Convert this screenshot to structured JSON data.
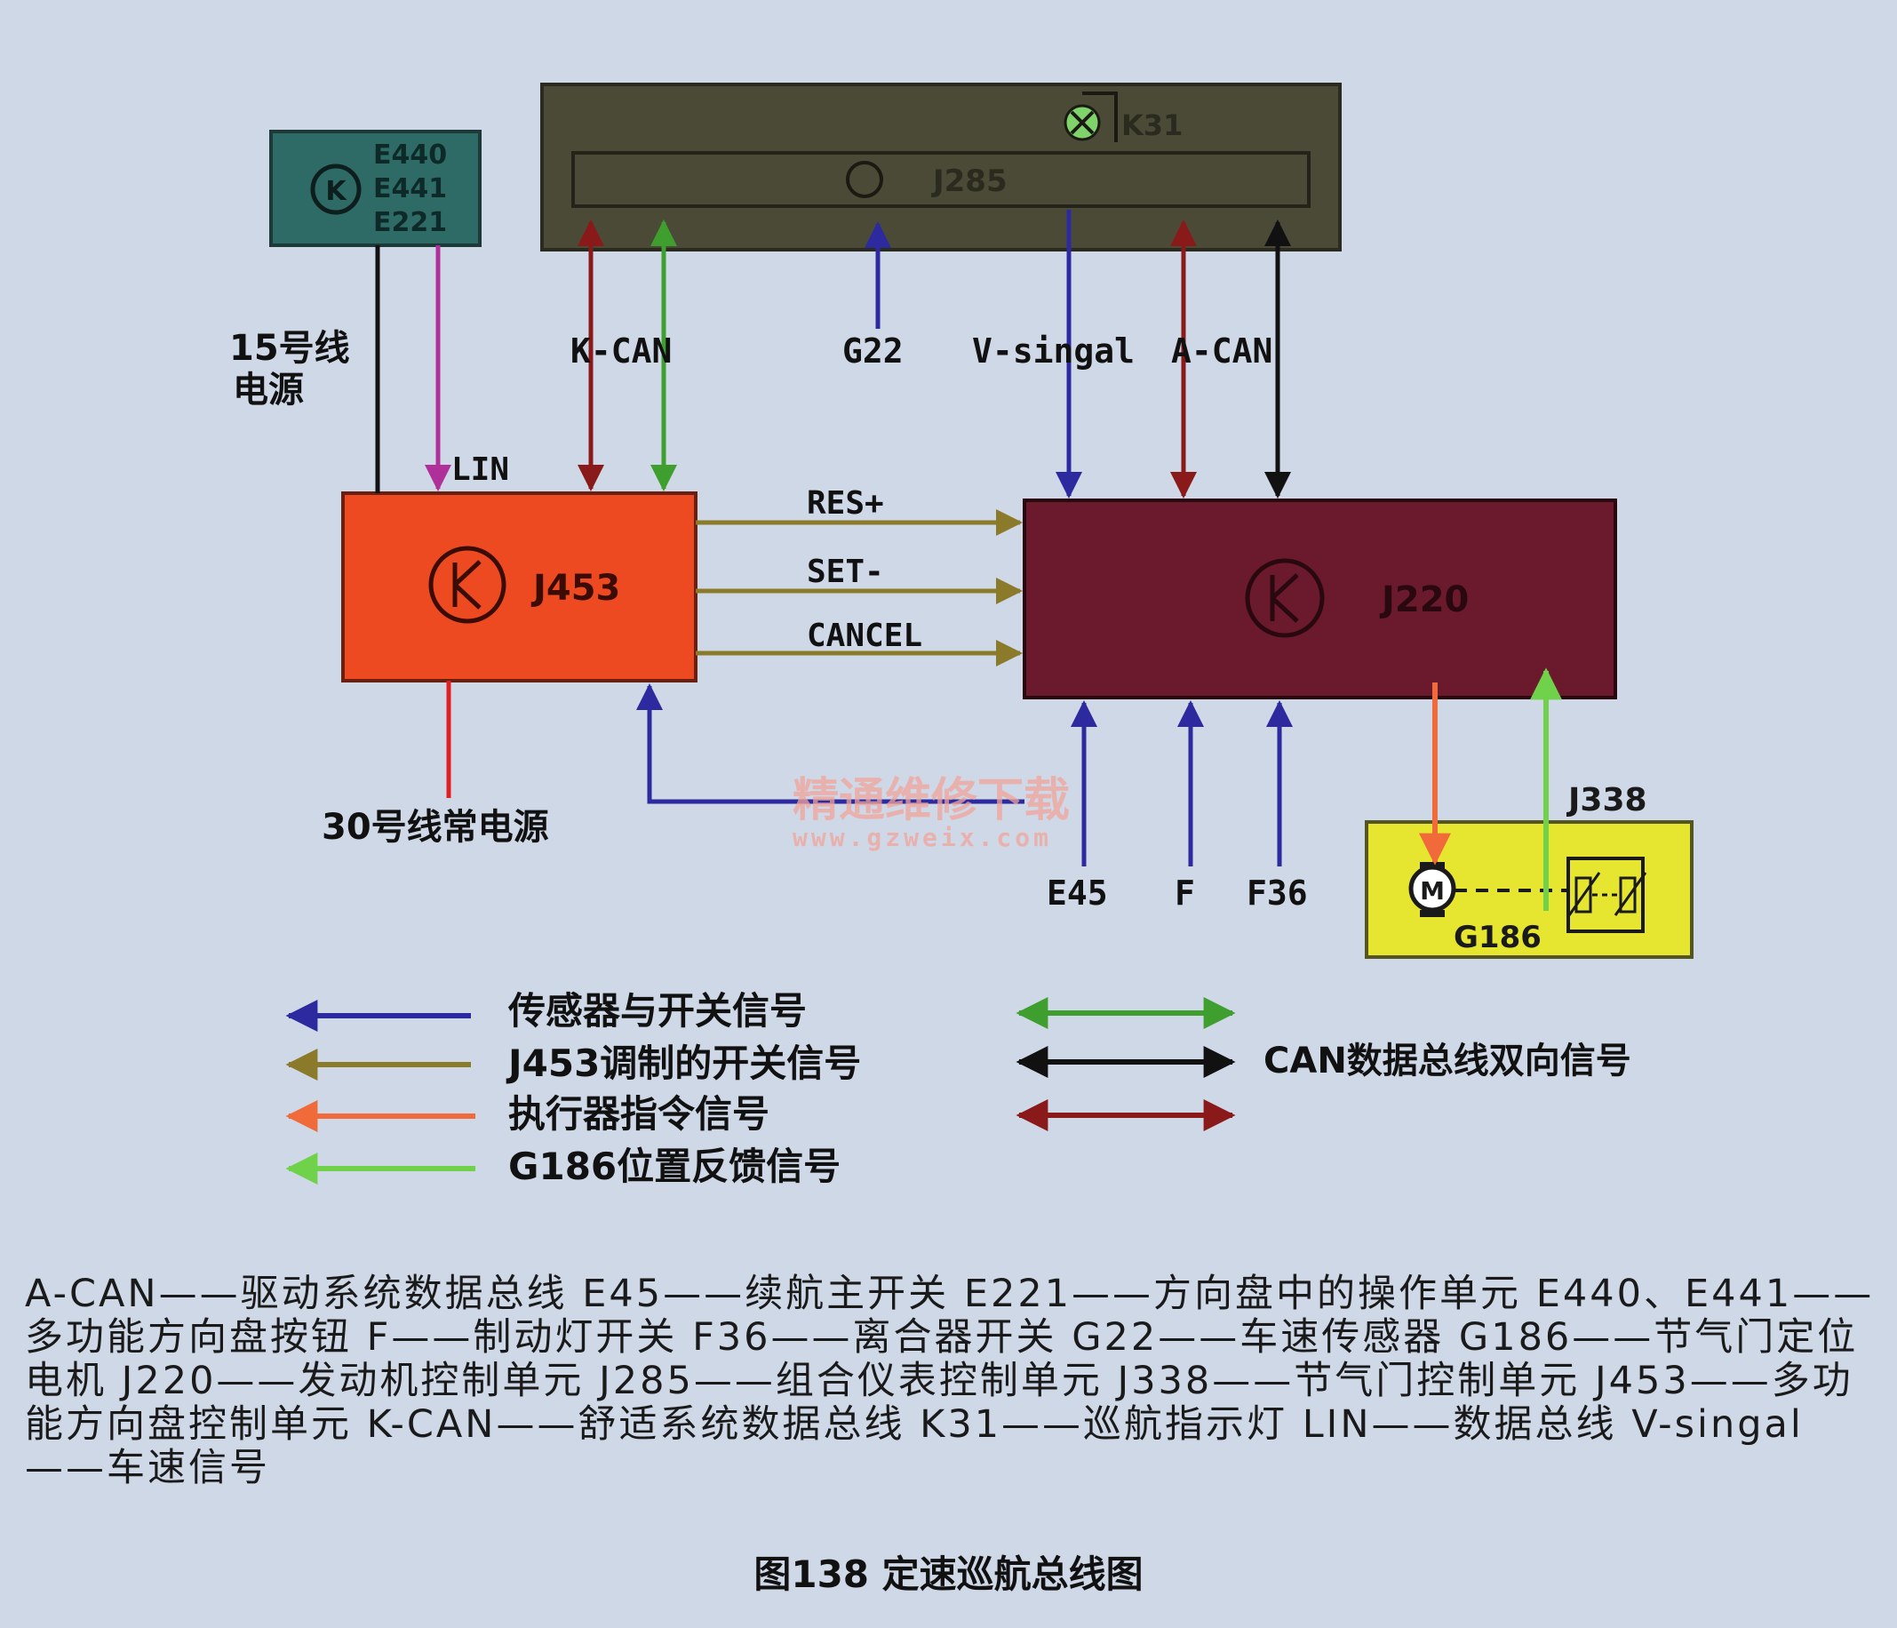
{
  "modules": {
    "e440": {
      "codes": [
        "E440",
        "E441",
        "E221"
      ]
    },
    "j285": {
      "label": "J285",
      "indicator": "K31"
    },
    "j453": {
      "label": "J453"
    },
    "j220": {
      "label": "J220"
    },
    "j338": {
      "label": "J338",
      "motor": "M",
      "sensor": "G186"
    }
  },
  "wire_labels": {
    "power15": [
      "15号线",
      "电源"
    ],
    "lin": "LIN",
    "kcan": "K-CAN",
    "g22": "G22",
    "vsignal": "V-singal",
    "acan": "A-CAN",
    "res": "RES+",
    "set": "SET-",
    "cancel": "CANCEL",
    "power30": "30号线常电源",
    "e45": "E45",
    "f": "F",
    "f36": "F36"
  },
  "watermark": {
    "cn": "精通维修下载",
    "url": "www.gzweix.com"
  },
  "legend": [
    {
      "label": "传感器与开关信号",
      "color": "#2d2aa0"
    },
    {
      "label": "J453调制的开关信号",
      "color": "#8a7a2a"
    },
    {
      "label": "执行器指令信号",
      "color": "#f06a3a"
    },
    {
      "label": "G186位置反馈信号",
      "color": "#6fd24a"
    }
  ],
  "legend_bidir": {
    "label": "CAN数据总线双向信号",
    "colors": [
      "#3e9e2e",
      "#111111",
      "#8a1a1a"
    ]
  },
  "caption": "A-CAN——驱动系统数据总线 E45——续航主开关 E221——方向盘中的操作单元 E440、E441——多功能方向盘按钮 F——制动灯开关 F36——离合器开关 G22——车速传感器 G186——节气门定位电机 J220——发动机控制单元 J285——组合仪表控制单元 J338——节气门控制单元 J453——多功能方向盘控制单元 K-CAN——舒适系统数据总线 K31——巡航指示灯 LIN——数据总线 V-singal——车速信号",
  "figure_title": "图138 定速巡航总线图",
  "colors": {
    "sensor": "#2d2aa0",
    "modulated": "#8a7a2a",
    "actuator": "#f06a3a",
    "feedback": "#6fd24a",
    "can_green": "#3e9e2e",
    "can_black": "#111111",
    "can_red": "#8a1a1a",
    "lin": "#b0309a",
    "power30": "#e02020"
  }
}
